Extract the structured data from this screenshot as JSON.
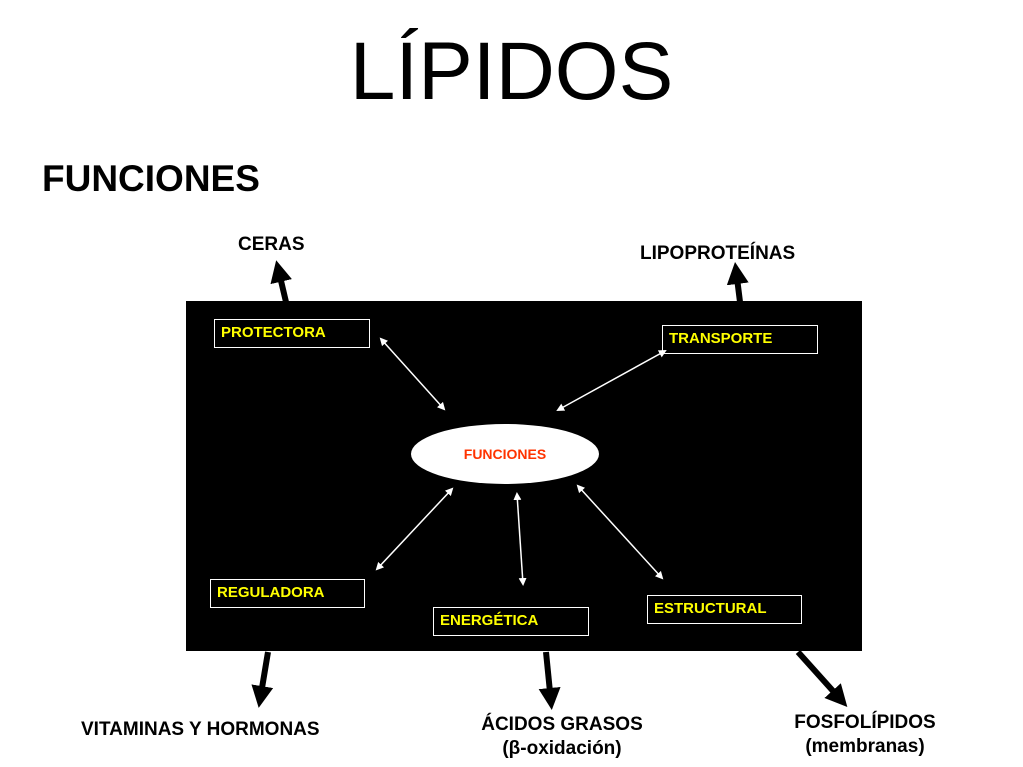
{
  "page": {
    "title": "LÍPIDOS",
    "subtitle": "FUNCIONES"
  },
  "diagram": {
    "center": "FUNCIONES",
    "functions": {
      "protectora": "PROTECTORA",
      "transporte": "TRANSPORTE",
      "reguladora": "REGULADORA",
      "energetica": "ENERGÉTICA",
      "estructural": "ESTRUCTURAL"
    },
    "examples": {
      "ceras": "CERAS",
      "lipoproteinas": "LIPOPROTEÍNAS",
      "vitaminas": "VITAMINAS Y HORMONAS",
      "acidos_line1": "ÁCIDOS GRASOS",
      "acidos_line2": "(β-oxidación)",
      "fosfolipidos_line1": "FOSFOLÍPIDOS",
      "fosfolipidos_line2": "(membranas)"
    },
    "colors": {
      "panel": "#000000",
      "box_text": "#ffff00",
      "center_text": "#ff3300",
      "box_border": "#ffffff"
    }
  }
}
